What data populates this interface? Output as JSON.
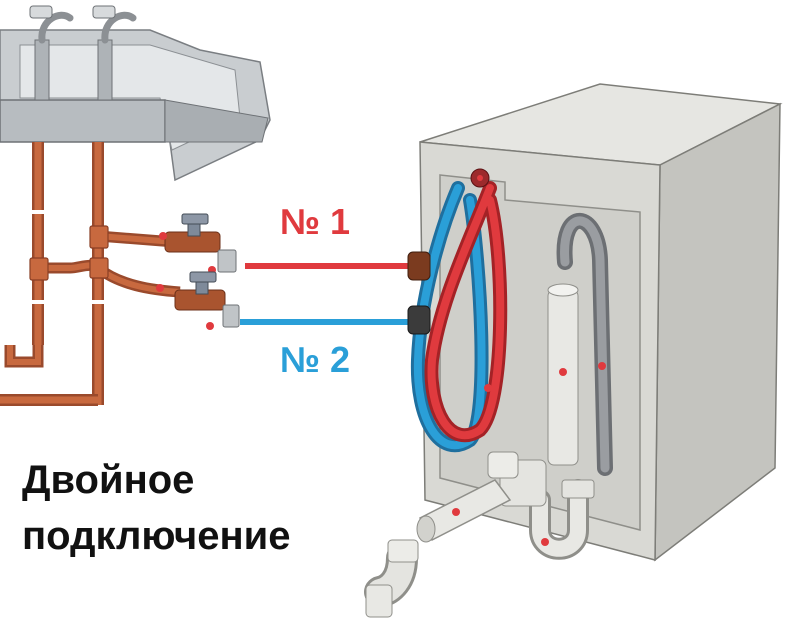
{
  "labels": {
    "line1": "№ 1",
    "line2": "№ 2"
  },
  "caption": {
    "line_a": "Двойное",
    "line_b": "подключение"
  },
  "colors": {
    "hot": "#e03a3e",
    "cold": "#2a9fd8",
    "copper": "#c0603a",
    "machine": "#d6d6d2",
    "sink": "#cfd3d6",
    "pipe_gray": "#b8b8b4"
  }
}
